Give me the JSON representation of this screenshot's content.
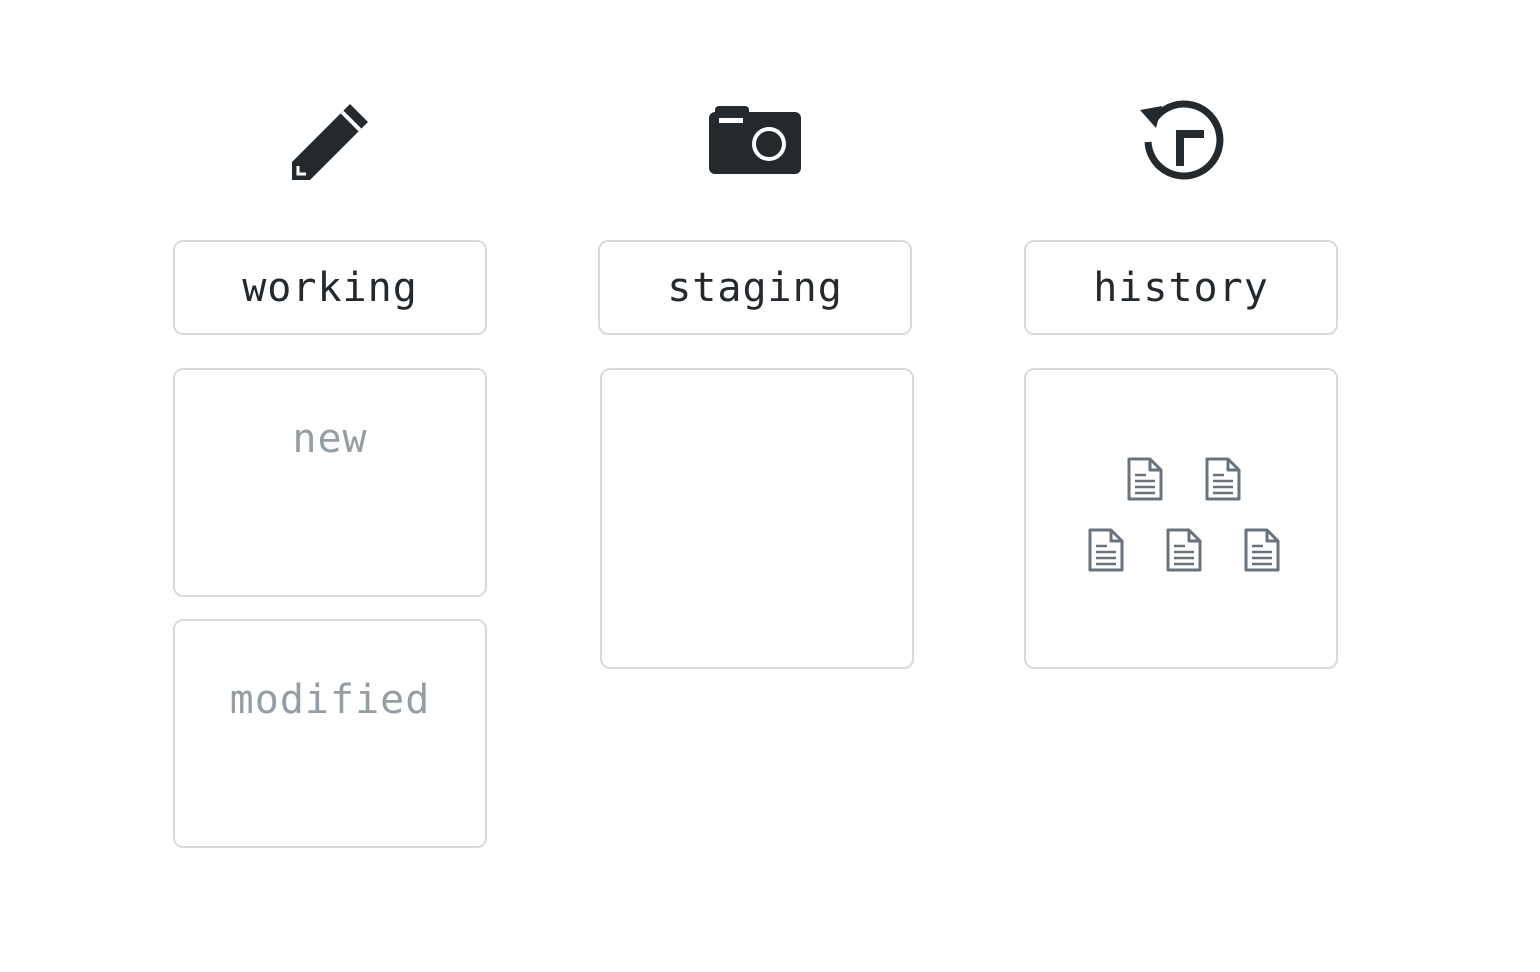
{
  "columns": {
    "working": {
      "icon": "pencil-icon",
      "title": "working",
      "sections": {
        "new": "new",
        "modified": "modified"
      }
    },
    "staging": {
      "icon": "camera-icon",
      "title": "staging"
    },
    "history": {
      "icon": "history-icon",
      "title": "history",
      "files": [
        "document-icon",
        "document-icon",
        "document-icon",
        "document-icon",
        "document-icon"
      ]
    }
  },
  "colors": {
    "icon": "#24292e",
    "border": "#d7dbdf",
    "muted_text": "#959da5",
    "doc_icon": "#6a737d"
  }
}
